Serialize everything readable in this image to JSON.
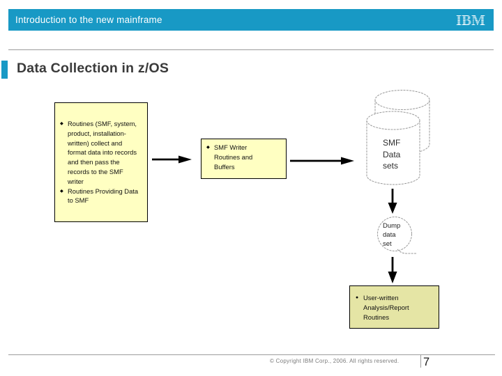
{
  "theme": {
    "accent": "#1899C5",
    "box-fill": "#FFFFC2",
    "box3-fill": "#E5E5A5"
  },
  "header": {
    "course_title": "Introduction to the new mainframe",
    "logo_text": "IBM"
  },
  "slide": {
    "title": "Data Collection in z/OS"
  },
  "diagram": {
    "bullet_char": "◆",
    "round_bullet_char": "●",
    "routines_box": {
      "bullets": [
        "Routines (SMF, system, product, installation-written) collect and format data into records and then pass the records to the SMF writer",
        "Routines Providing Data  to SMF"
      ]
    },
    "smf_writer_box": {
      "bullets": [
        "SMF Writer Routines and Buffers"
      ]
    },
    "smf_data_sets": {
      "label": "SMF\nData\nsets"
    },
    "dump_data_set": {
      "label": "Dump\ndata\nset"
    },
    "analysis_box": {
      "bullets": [
        "User-written Analysis/Report Routines"
      ]
    }
  },
  "footer": {
    "copyright": "© Copyright IBM Corp., 2006. All rights reserved.",
    "page_number": "7"
  }
}
